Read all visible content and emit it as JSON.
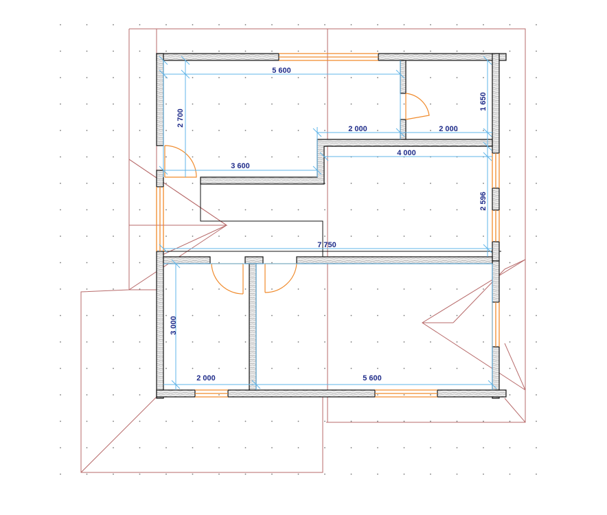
{
  "dimensions": [
    {
      "id": "top-5600",
      "text": "5 600"
    },
    {
      "id": "right-1650",
      "text": "1 650"
    },
    {
      "id": "left-2700",
      "text": "2 700"
    },
    {
      "id": "mid-2000-a",
      "text": "2 000"
    },
    {
      "id": "mid-2000-b",
      "text": "2 000"
    },
    {
      "id": "hall-3600",
      "text": "3 600"
    },
    {
      "id": "room-4000",
      "text": "4 000"
    },
    {
      "id": "right-2596",
      "text": "2 596"
    },
    {
      "id": "total-7750",
      "text": "7 750"
    },
    {
      "id": "left-3000",
      "text": "3 000"
    },
    {
      "id": "bottom-2000",
      "text": "2 000"
    },
    {
      "id": "bottom-5600",
      "text": "5 600"
    }
  ],
  "colors": {
    "wall_fill": "#e8e8e8",
    "wall_stroke": "#111111",
    "dimension_line": "#5fb4e8",
    "dimension_text": "#1f2c8a",
    "opening": "#f08a2b",
    "roof_line": "#b76a6a",
    "grid_dot": "#777777"
  }
}
